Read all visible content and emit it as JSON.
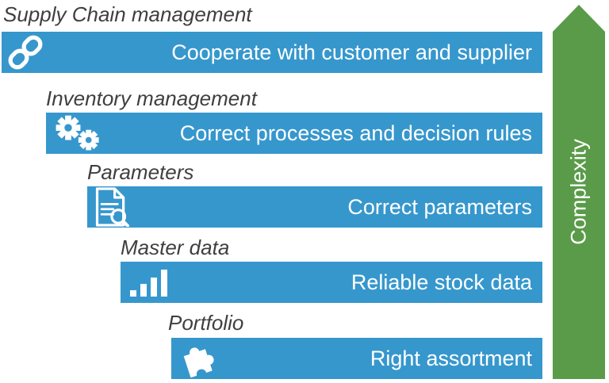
{
  "colors": {
    "bar_blue": "#3697cd",
    "arrow_green": "#5a9b49",
    "label_gray": "#3f3f3f",
    "bar_text_white": "#ffffff"
  },
  "rows": [
    {
      "label": "Supply Chain management",
      "bar_text": "Cooperate with customer and supplier",
      "icon": "chain-link-icon"
    },
    {
      "label": "Inventory management",
      "bar_text": "Correct processes and decision rules",
      "icon": "gears-icon"
    },
    {
      "label": "Parameters",
      "bar_text": "Correct parameters",
      "icon": "document-search-icon"
    },
    {
      "label": "Master data",
      "bar_text": "Reliable stock data",
      "icon": "bar-chart-icon"
    },
    {
      "label": "Portfolio",
      "bar_text": "Right assortment",
      "icon": "puzzle-icon"
    }
  ],
  "arrow": {
    "label": "Complexity"
  }
}
